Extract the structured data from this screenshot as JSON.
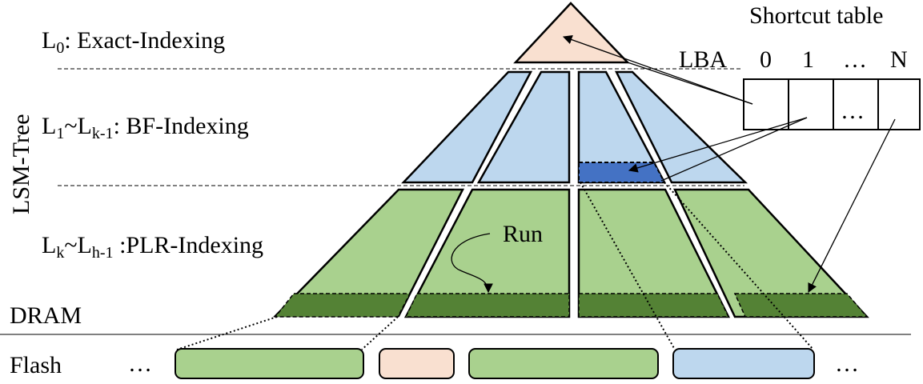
{
  "diagram": {
    "side_label": "LSM-Tree",
    "level0": {
      "name": "L",
      "sub": "0",
      "text": ": Exact-Indexing"
    },
    "level1": {
      "n1": "L",
      "s1": "1",
      "mid": "~L",
      "s2": "k-1",
      "text": ": BF-Indexing"
    },
    "level2": {
      "n1": "L",
      "s1": "k",
      "mid": "~L",
      "s2": "h-1",
      "text": " :PLR-Indexing"
    },
    "run_label": "Run",
    "dram_label": "DRAM",
    "flash_label": "Flash",
    "flash_ellipsis_left": "…",
    "flash_ellipsis_right": "…",
    "shortcut": {
      "title": "Shortcut table",
      "lba_label": "LBA",
      "headers": [
        "0",
        "1",
        "…",
        "N"
      ],
      "middle_cell": "…"
    },
    "colors": {
      "peach": "#f9e0d0",
      "blue": "#bdd7ee",
      "dark_blue": "#4472c4",
      "green": "#a9d18e",
      "dark_green": "#548235"
    }
  }
}
